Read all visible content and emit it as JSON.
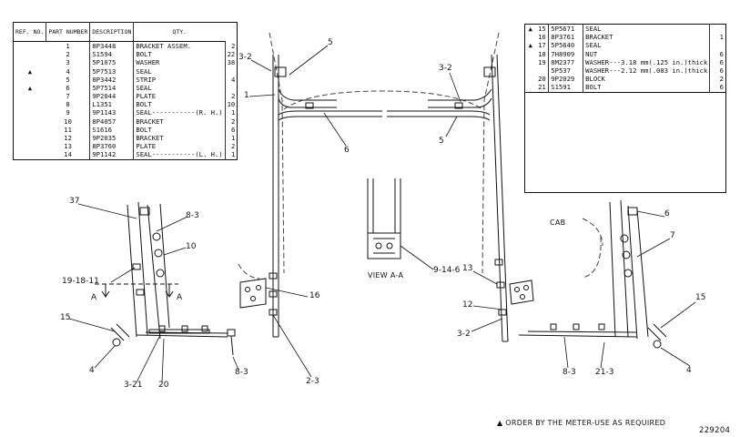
{
  "left_table": {
    "headers": {
      "ref": "REF. NO.",
      "part": "PART NUMBER",
      "desc": "DESCRIPTION",
      "qty": "QTY."
    },
    "rows": [
      {
        "mark": "",
        "ref": "1",
        "part": "8P3448",
        "desc": "BRACKET ASSEM.",
        "qty": "2"
      },
      {
        "mark": "",
        "ref": "2",
        "part": "S1594",
        "desc": "BOLT",
        "qty": "22"
      },
      {
        "mark": "",
        "ref": "3",
        "part": "5P1075",
        "desc": "WASHER",
        "qty": "38"
      },
      {
        "mark": "▲",
        "ref": "4",
        "part": "5P7513",
        "desc": "SEAL",
        "qty": ""
      },
      {
        "mark": "",
        "ref": "5",
        "part": "8P3442",
        "desc": "STRIP",
        "qty": "4"
      },
      {
        "mark": "▲",
        "ref": "6",
        "part": "5P7514",
        "desc": "SEAL",
        "qty": ""
      },
      {
        "mark": "",
        "ref": "7",
        "part": "9P2044",
        "desc": "PLATE",
        "qty": "2"
      },
      {
        "mark": "",
        "ref": "8",
        "part": "L1351",
        "desc": "BOLT",
        "qty": "10"
      },
      {
        "mark": "",
        "ref": "9",
        "part": "9P1143",
        "desc": "SEAL-----------(R. H.)",
        "qty": "1"
      },
      {
        "mark": "",
        "ref": "10",
        "part": "8P4057",
        "desc": "BRACKET",
        "qty": "2"
      },
      {
        "mark": "",
        "ref": "11",
        "part": "S1616",
        "desc": "BOLT",
        "qty": "6"
      },
      {
        "mark": "",
        "ref": "12",
        "part": "9P2035",
        "desc": "BRACKET",
        "qty": "1"
      },
      {
        "mark": "",
        "ref": "13",
        "part": "8P3760",
        "desc": "PLATE",
        "qty": "2"
      },
      {
        "mark": "",
        "ref": "14",
        "part": "9P1142",
        "desc": "SEAL-----------(L. H.)",
        "qty": "1"
      }
    ]
  },
  "right_table": {
    "rows": [
      {
        "mark": "▲",
        "ref": "15",
        "part": "5P5671",
        "desc": "SEAL",
        "qty": ""
      },
      {
        "mark": "",
        "ref": "16",
        "part": "8P3761",
        "desc": "BRACKET",
        "qty": "1"
      },
      {
        "mark": "▲",
        "ref": "17",
        "part": "5P5640",
        "desc": "SEAL",
        "qty": ""
      },
      {
        "mark": "",
        "ref": "18",
        "part": "7H8909",
        "desc": "NUT",
        "qty": "6"
      },
      {
        "mark": "",
        "ref": "19",
        "part": "8M2377",
        "desc": "WASHER---3.18 mm(.125 in.)thick",
        "qty": "6"
      },
      {
        "mark": "",
        "ref": "",
        "part": "5P537",
        "desc": "WASHER---2.12 mm(.083 in.)thick",
        "qty": "6"
      },
      {
        "mark": "",
        "ref": "20",
        "part": "9P2029",
        "desc": "BLOCK",
        "qty": "2"
      },
      {
        "mark": "",
        "ref": "21",
        "part": "S1591",
        "desc": "BOLT",
        "qty": "6"
      }
    ]
  },
  "callouts": [
    {
      "id": "c32a",
      "text": "3-2"
    },
    {
      "id": "c5a",
      "text": "5"
    },
    {
      "id": "c1",
      "text": "1"
    },
    {
      "id": "c6a",
      "text": "6"
    },
    {
      "id": "c32b",
      "text": "3-2"
    },
    {
      "id": "c5b",
      "text": "5"
    },
    {
      "id": "c37",
      "text": "37"
    },
    {
      "id": "c83a",
      "text": "8-3"
    },
    {
      "id": "c10",
      "text": "10"
    },
    {
      "id": "c19",
      "text": "19-18-11"
    },
    {
      "id": "cA1",
      "text": "A"
    },
    {
      "id": "cA2",
      "text": "A"
    },
    {
      "id": "c15a",
      "text": "15"
    },
    {
      "id": "c4a",
      "text": "4"
    },
    {
      "id": "c321",
      "text": "3-21"
    },
    {
      "id": "c20",
      "text": "20"
    },
    {
      "id": "c83b",
      "text": "8-3"
    },
    {
      "id": "c16",
      "text": "16"
    },
    {
      "id": "c23",
      "text": "2-3"
    },
    {
      "id": "c9146",
      "text": "9-14-6"
    },
    {
      "id": "c13",
      "text": "13"
    },
    {
      "id": "c12",
      "text": "12"
    },
    {
      "id": "c32c",
      "text": "3-2"
    },
    {
      "id": "c83c",
      "text": "8-3"
    },
    {
      "id": "c213",
      "text": "21-3"
    },
    {
      "id": "c6b",
      "text": "6"
    },
    {
      "id": "c7",
      "text": "7"
    },
    {
      "id": "c15b",
      "text": "15"
    },
    {
      "id": "c4b",
      "text": "4"
    }
  ],
  "labels": {
    "view": "VIEW A-A",
    "cab": "CAB",
    "note": "▲ ORDER BY THE METER-USE AS REQUIRED",
    "fig": "229204"
  }
}
